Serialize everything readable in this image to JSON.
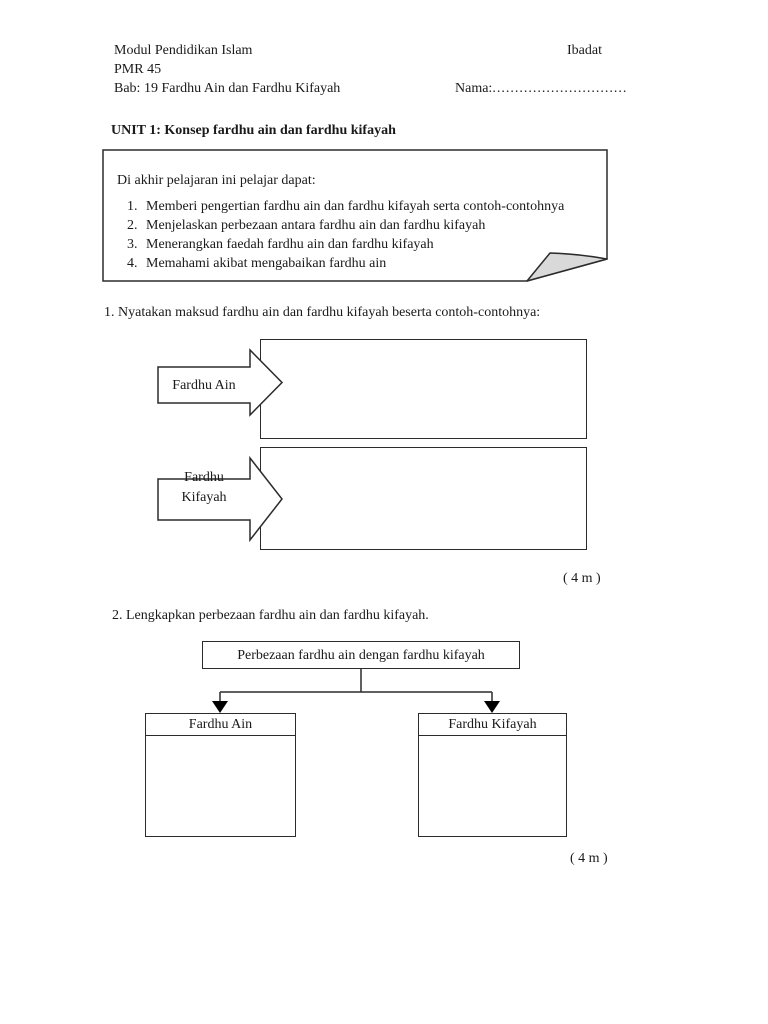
{
  "header": {
    "module": "Modul Pendidikan Islam",
    "code": "PMR 45",
    "chapter": "Bab: 19 Fardhu Ain dan Fardhu Kifayah",
    "topic": "Ibadat",
    "name_label": "Nama:",
    "name_dots": ".............................."
  },
  "unit_title": "UNIT 1: Konsep fardhu ain dan fardhu kifayah",
  "objectives": {
    "intro": "Di akhir pelajaran ini pelajar dapat:",
    "items": [
      {
        "num": "1.",
        "text": "Memberi pengertian fardhu ain dan fardhu kifayah serta contoh-contohnya"
      },
      {
        "num": "2.",
        "text": "Menjelaskan perbezaan antara fardhu ain dan fardhu kifayah"
      },
      {
        "num": "3.",
        "text": "Menerangkan faedah fardhu ain dan fardhu kifayah"
      },
      {
        "num": "4.",
        "text": "Memahami akibat mengabaikan fardhu ain"
      }
    ]
  },
  "question1": {
    "text": "1. Nyatakan maksud fardhu ain dan fardhu kifayah beserta contoh-contohnya:",
    "arrow1_label": "Fardhu Ain",
    "arrow2_line1": "Fardhu",
    "arrow2_line2": "Kifayah",
    "marks": "( 4 m )"
  },
  "question2": {
    "text": "2. Lengkapkan perbezaan fardhu ain dan fardhu kifayah.",
    "chart_title": "Perbezaan fardhu ain dengan fardhu kifayah",
    "left_box_label": "Fardhu Ain",
    "right_box_label": "Fardhu Kifayah",
    "marks": "( 4 m )"
  },
  "colors": {
    "line": "#2b2b2b",
    "fold_fill": "#d9d9d9",
    "text": "#1a1a1a",
    "page_bg": "#ffffff"
  }
}
